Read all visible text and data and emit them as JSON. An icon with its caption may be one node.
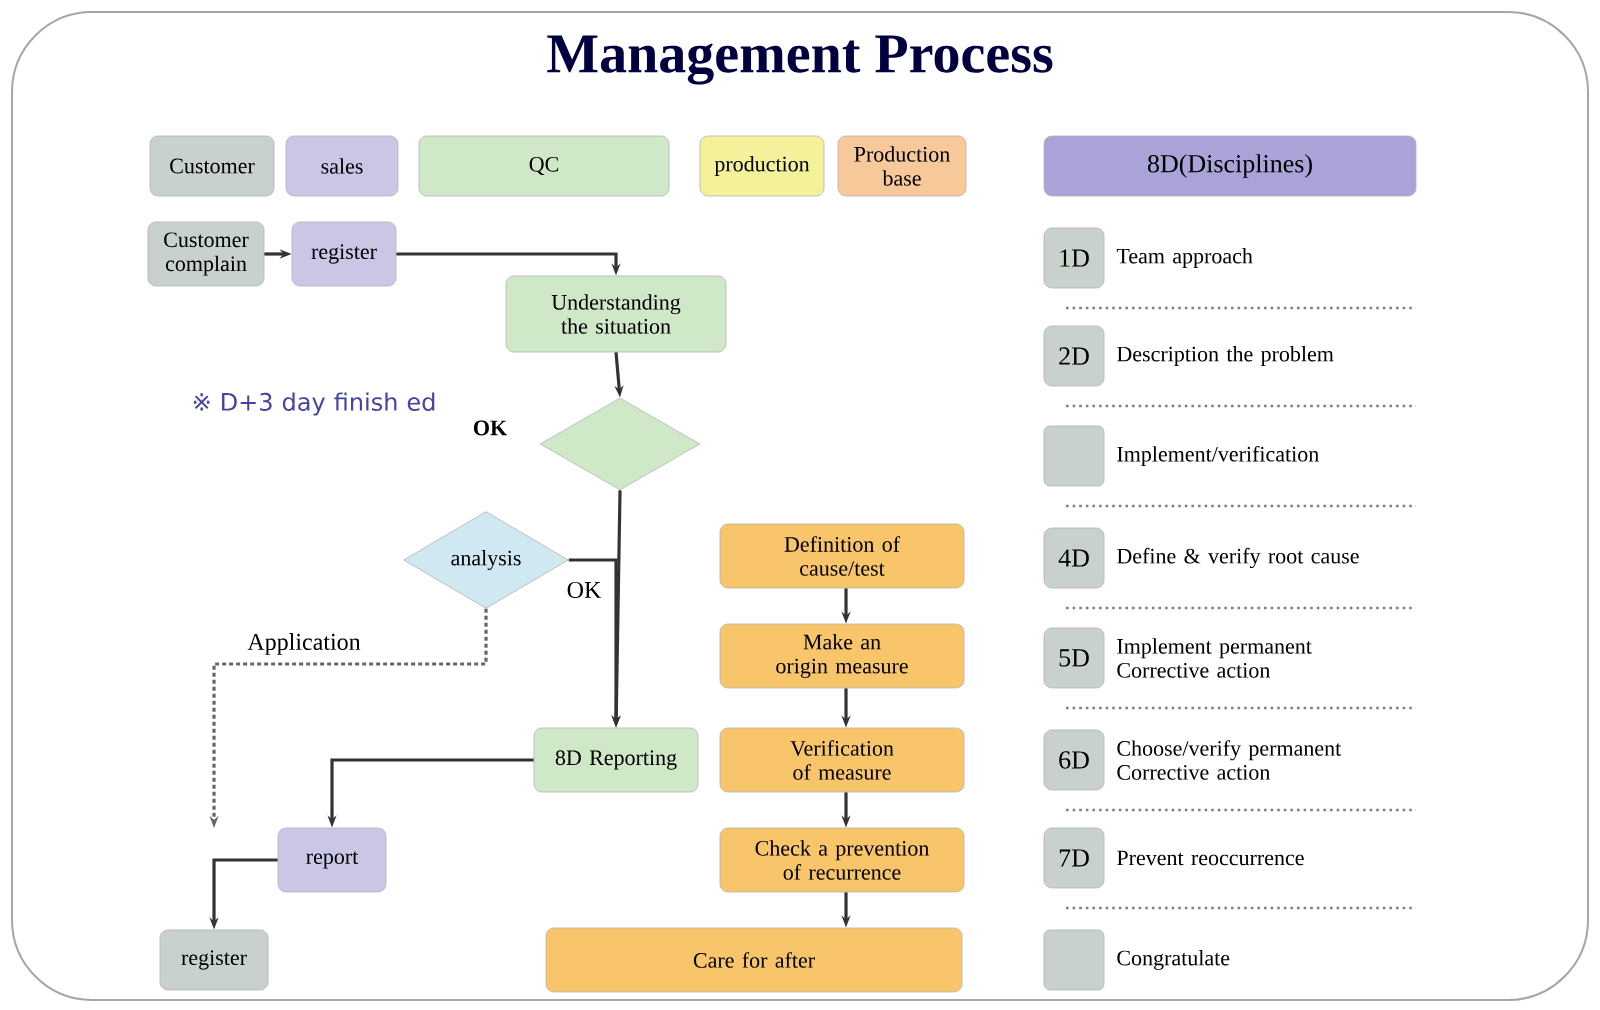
{
  "diagram": {
    "title": "Management Process",
    "nodes": [
      {
        "text": [
          "Customer"
        ]
      },
      {
        "text": [
          "sales"
        ]
      },
      {
        "text": [
          "QC"
        ]
      },
      {
        "text": [
          "production"
        ]
      },
      {
        "text": [
          "Production base"
        ]
      },
      {
        "text": [
          "8D(Disciplines)"
        ]
      },
      {
        "text": [
          "Customer complain"
        ]
      },
      {
        "text": [
          "register"
        ]
      },
      {
        "text": [
          "Understanding the situation"
        ]
      },
      {
        "text": [],
        "shape": "diamond"
      },
      {
        "text": [
          "analysis"
        ]
      },
      {
        "text": [
          "Definition of cause/test"
        ]
      },
      {
        "text": [
          "Make an origin measure"
        ]
      },
      {
        "text": [
          "8D Reporting"
        ]
      },
      {
        "text": [
          "Verification of measure"
        ]
      },
      {
        "text": [
          "Check a prevention of recurrence"
        ]
      },
      {
        "text": [
          "report"
        ]
      },
      {
        "text": [
          "Care for after"
        ]
      },
      {
        "text": [
          "register"
        ]
      },
      {
        "text": [
          "1D"
        ],
        "beside": [
          "Team approach"
        ]
      },
      {
        "text": [
          "2D"
        ],
        "beside": [
          "Description the problem"
        ]
      },
      {
        "text": [],
        "shape": "box",
        "beside": [
          "Implement/verification"
        ]
      },
      {
        "text": [
          "4D"
        ],
        "beside": [
          "Define & verify root cause"
        ]
      },
      {
        "text": [
          "5D"
        ],
        "beside": [
          "Implement permanent Corrective action"
        ]
      },
      {
        "text": [
          "6D"
        ],
        "beside": [
          "Choose/verify permanent Corrective action"
        ]
      },
      {
        "text": [
          "7D"
        ],
        "beside": [
          "Prevent reoccurrence"
        ]
      },
      {
        "text": [],
        "shape": "box",
        "beside": [
          "Congratulate"
        ]
      }
    ],
    "edges": [
      {
        "from": 6,
        "to": 7,
        "arrow": "to"
      },
      {
        "from": 7,
        "to": 8,
        "arrow": "to"
      },
      {
        "from": 8,
        "to": 9,
        "arrow": "to"
      },
      {
        "from": 9,
        "to": 13,
        "arrow": "to"
      },
      {
        "from": 10,
        "to": 13,
        "arrow": "to",
        "label": "OK"
      },
      {
        "from": 10,
        "to": null,
        "arrow": "to",
        "style": "dashed",
        "label": "Application"
      },
      {
        "from": 13,
        "to": 16,
        "arrow": "to"
      },
      {
        "from": 16,
        "to": 18,
        "arrow": "to"
      },
      {
        "from": 11,
        "to": 12,
        "arrow": "to"
      },
      {
        "from": 12,
        "to": 14,
        "arrow": "to"
      },
      {
        "from": 14,
        "to": 15,
        "arrow": "to"
      },
      {
        "from": 15,
        "to": 17,
        "arrow": "to"
      }
    ],
    "labels": [
      "※ D+3 day finish ed",
      "OK"
    ]
  }
}
